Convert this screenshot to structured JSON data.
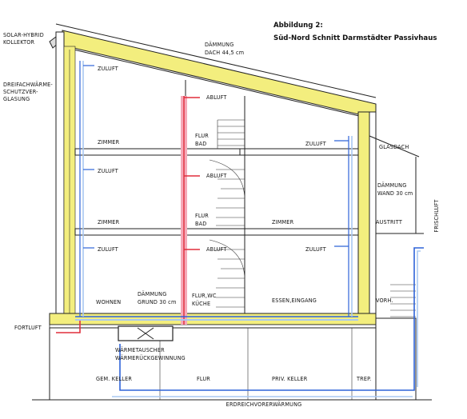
{
  "title": {
    "line1": "Abbildung 2:",
    "line2": "Süd-Nord Schnitt Darmstädter Passivhaus"
  },
  "labels": {
    "solar_hybrid_1": "SOLAR-HYBRID",
    "solar_hybrid_2": "KOLLEKTOR",
    "glazing_1": "DREIFACHWÄRME-",
    "glazing_2": "SCHUTZVER-",
    "glazing_3": "GLASUNG",
    "roof_insulation_1": "DÄMMUNG",
    "roof_insulation_2": "DACH  44,5 cm",
    "zuluft_top": "ZULUFT",
    "abluft_top": "ABLUFT",
    "zuluft_right_top": "ZULUFT",
    "zimmer_top": "ZIMMER",
    "flur_bad_top_1": "FLUR",
    "flur_bad_top_2": "BAD",
    "zuluft_mid_left": "ZULUFT",
    "abluft_mid": "ABLUFT",
    "glasdach": "GLASDACH",
    "wall_insulation_1": "DÄMMUNG",
    "wall_insulation_2": "WAND  30 cm",
    "zimmer_mid_left": "ZIMMER",
    "flur_bad_mid_1": "FLUR",
    "flur_bad_mid_2": "BAD",
    "zimmer_mid_right": "ZIMMER",
    "austritt": "AUSTRITT",
    "frischluft": "FRISCHLUFT",
    "zuluft_low_left": "ZULUFT",
    "abluft_low": "ABLUFT",
    "zuluft_low_right": "ZULUFT",
    "wohnen": "WOHNEN",
    "ground_insulation_1": "DÄMMUNG",
    "ground_insulation_2": "GRUND 30 cm",
    "flur_wc_1": "FLUR,WC",
    "flur_wc_2": "KÜCHE",
    "essen_eingang": "ESSEN,EINGANG",
    "vorh": "VORH.",
    "fortluft": "FORTLUFT",
    "hrv_1": "WÄRMETAUSCHER",
    "hrv_2": "WÄRMERÜCKGEWINNUNG",
    "gem_keller": "GEM. KELLER",
    "flur_basement": "FLUR",
    "priv_keller": "PRIV. KELLER",
    "trep": "TREP.",
    "erdreich": "ERDREICHVORERWÄRMUNG"
  },
  "colors": {
    "insulation": "#f3ee7e",
    "supply_air": "#2f63d8",
    "exhaust_air": "#e02e3c",
    "pink_duct": "#f5a9b8",
    "light_blue_duct": "#a9c8f2"
  }
}
